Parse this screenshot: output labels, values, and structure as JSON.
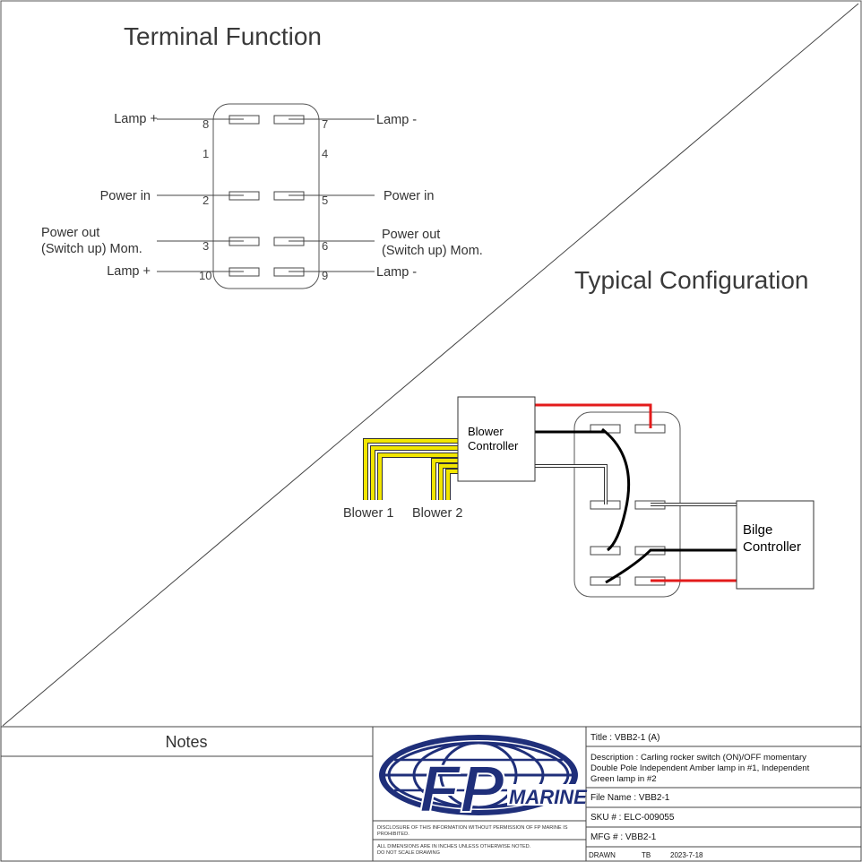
{
  "terminal_function": {
    "title": "Terminal Function",
    "left_labels": [
      "Lamp +",
      "Power in",
      "Power out",
      "(Switch up) Mom.",
      "Lamp +"
    ],
    "right_labels": [
      "Lamp -",
      "Power in",
      "Power out",
      "(Switch up) Mom.",
      "Lamp -"
    ],
    "pins_left": [
      "8",
      "1",
      "2",
      "3",
      "10"
    ],
    "pins_right": [
      "7",
      "4",
      "5",
      "6",
      "9"
    ]
  },
  "typical_configuration": {
    "title": "Typical Configuration",
    "blower_controller": [
      "Blower",
      "Controller"
    ],
    "bilge_controller": [
      "Bilge",
      "Controller"
    ],
    "blower_1": "Blower 1",
    "blower_2": "Blower 2",
    "wire_colors": {
      "red": "#e31b1b",
      "black": "#000000",
      "yellow": "#f2e600",
      "white": "#ffffff"
    }
  },
  "title_block": {
    "notes_heading": "Notes",
    "logo": {
      "fp": "FP",
      "marine": "MARINE"
    },
    "disclosure": [
      "DISCLOSURE OF THIS INFORMATION WITHOUT PERMISSION OF FP MARINE IS",
      "PROHIBITED."
    ],
    "dimensions_note": [
      "ALL DIMENSIONS ARE IN INCHES UNLESS OTHERWISE NOTED.",
      "DO NOT SCALE DRAWING"
    ],
    "title": "Title : VBB2-1 (A)",
    "description": [
      "Description :  Carling rocker switch (ON)/OFF momentary",
      "Double Pole Independent Amber lamp in #1, Independent",
      "Green lamp in #2"
    ],
    "file_name": "File Name : VBB2-1",
    "sku": "SKU # : ELC-009055",
    "mfg": "MFG # : VBB2-1",
    "drawn_label": "DRAWN",
    "drawn_by": "TB",
    "drawn_date": "2023-7-18",
    "brand_color": "#1f2f7a"
  }
}
